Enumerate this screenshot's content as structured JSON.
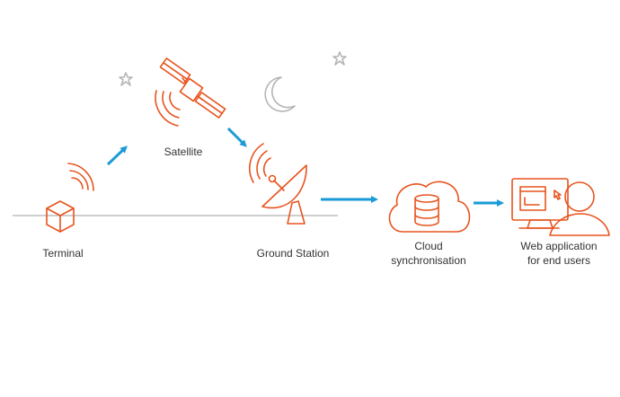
{
  "colors": {
    "accent": "#e8531e",
    "arrow": "#1a9ad6",
    "deco": "#b5b5b5",
    "ground": "#bdbdbd",
    "text": "#333333"
  },
  "nodes": {
    "terminal": {
      "label": "Terminal",
      "icon": "cube-icon"
    },
    "satellite": {
      "label": "Satellite",
      "icon": "satellite-icon"
    },
    "ground_station": {
      "label": "Ground Station",
      "icon": "satellite-dish-icon"
    },
    "cloud": {
      "label_line1": "Cloud",
      "label_line2": "synchronisation",
      "icon": "cloud-database-icon"
    },
    "web_app": {
      "label_line1": "Web application",
      "label_line2": "for end users",
      "icon": "computer-user-icon"
    }
  }
}
